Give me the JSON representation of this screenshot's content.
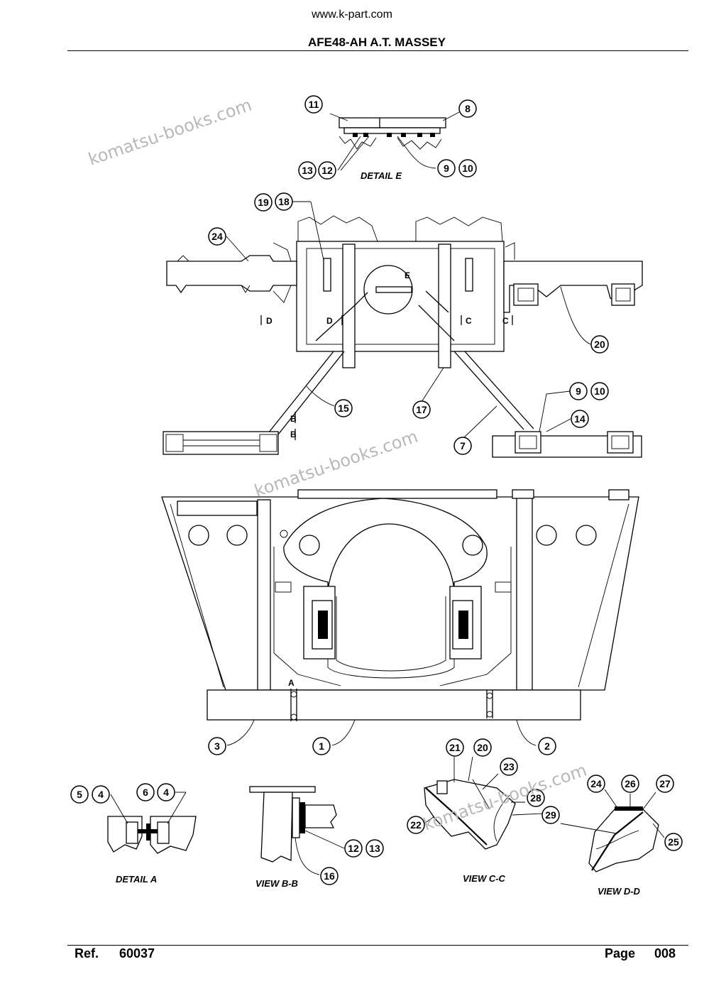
{
  "header": {
    "site": "www.k-part.com",
    "title": "AFE48-AH A.T. MASSEY"
  },
  "watermarks": [
    "komatsu-books.com",
    "komatsu-books.com",
    "komatsu-books.com"
  ],
  "captions": {
    "detail_e": "DETAIL E",
    "detail_a": "DETAIL A",
    "view_bb": "VIEW  B-B",
    "view_cc": "VIEW C-C",
    "view_dd": "VIEW D-D"
  },
  "view_marks": [
    "D",
    "D",
    "C",
    "C",
    "E",
    "B",
    "B",
    "A"
  ],
  "callouts": [
    "11",
    "8",
    "13",
    "12",
    "9",
    "10",
    "19",
    "18",
    "24",
    "20",
    "15",
    "17",
    "9",
    "10",
    "14",
    "7",
    "3",
    "1",
    "2",
    "21",
    "20",
    "23",
    "22",
    "28",
    "29",
    "24",
    "26",
    "27",
    "25",
    "5",
    "4",
    "6",
    "4",
    "12",
    "13",
    "16"
  ],
  "footer": {
    "ref_label": "Ref.",
    "ref_value": "60037",
    "page_label": "Page",
    "page_value": "008"
  }
}
